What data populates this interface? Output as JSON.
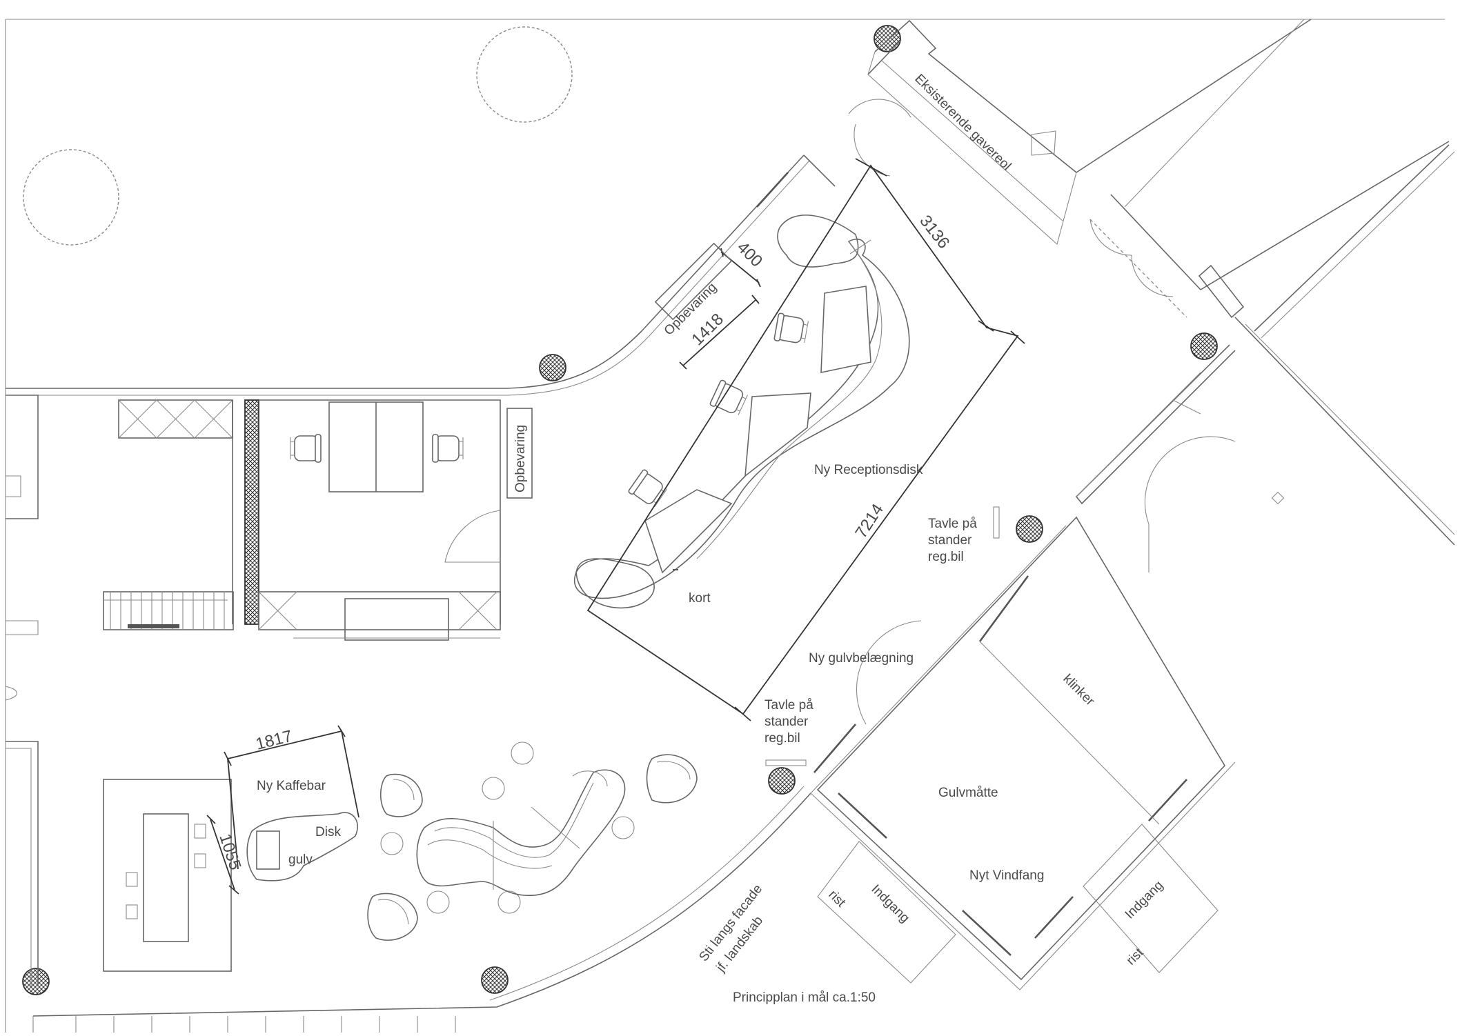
{
  "labels": {
    "existing_counter": "Eksisterende gavereol",
    "storage_top": "Opbevaring",
    "storage_room": "Opbevaring",
    "reception_desk": "Ny Receptionsdisk",
    "kort": "kort",
    "board_1": [
      "Tavle på",
      "stander",
      "reg.bil"
    ],
    "board_2": [
      "Tavle på",
      "stander",
      "reg.bil"
    ],
    "new_floor": "Ny gulvbelægning",
    "klinker": "klinker",
    "gulvmaatte": "Gulvmåtte",
    "vindfang": "Nyt Vindfang",
    "indgang_left": "Indgang",
    "indgang_right": "Indgang",
    "rist_left": "rist",
    "rist_right": "rist",
    "coffee_bar": "Ny Kaffebar",
    "disk": "Disk",
    "gulv": "gulv",
    "path": [
      "Sti langs facade",
      "jf. landskab"
    ],
    "caption": "Principplan i mål ca.1:50"
  },
  "dimensions": {
    "d400": "400",
    "d1418": "1418",
    "d3136": "3136",
    "d7214": "7214",
    "d1817": "1817",
    "d1055": "1055"
  },
  "colors": {
    "line": "#666666",
    "text": "#4a4a4a",
    "background": "#ffffff"
  }
}
